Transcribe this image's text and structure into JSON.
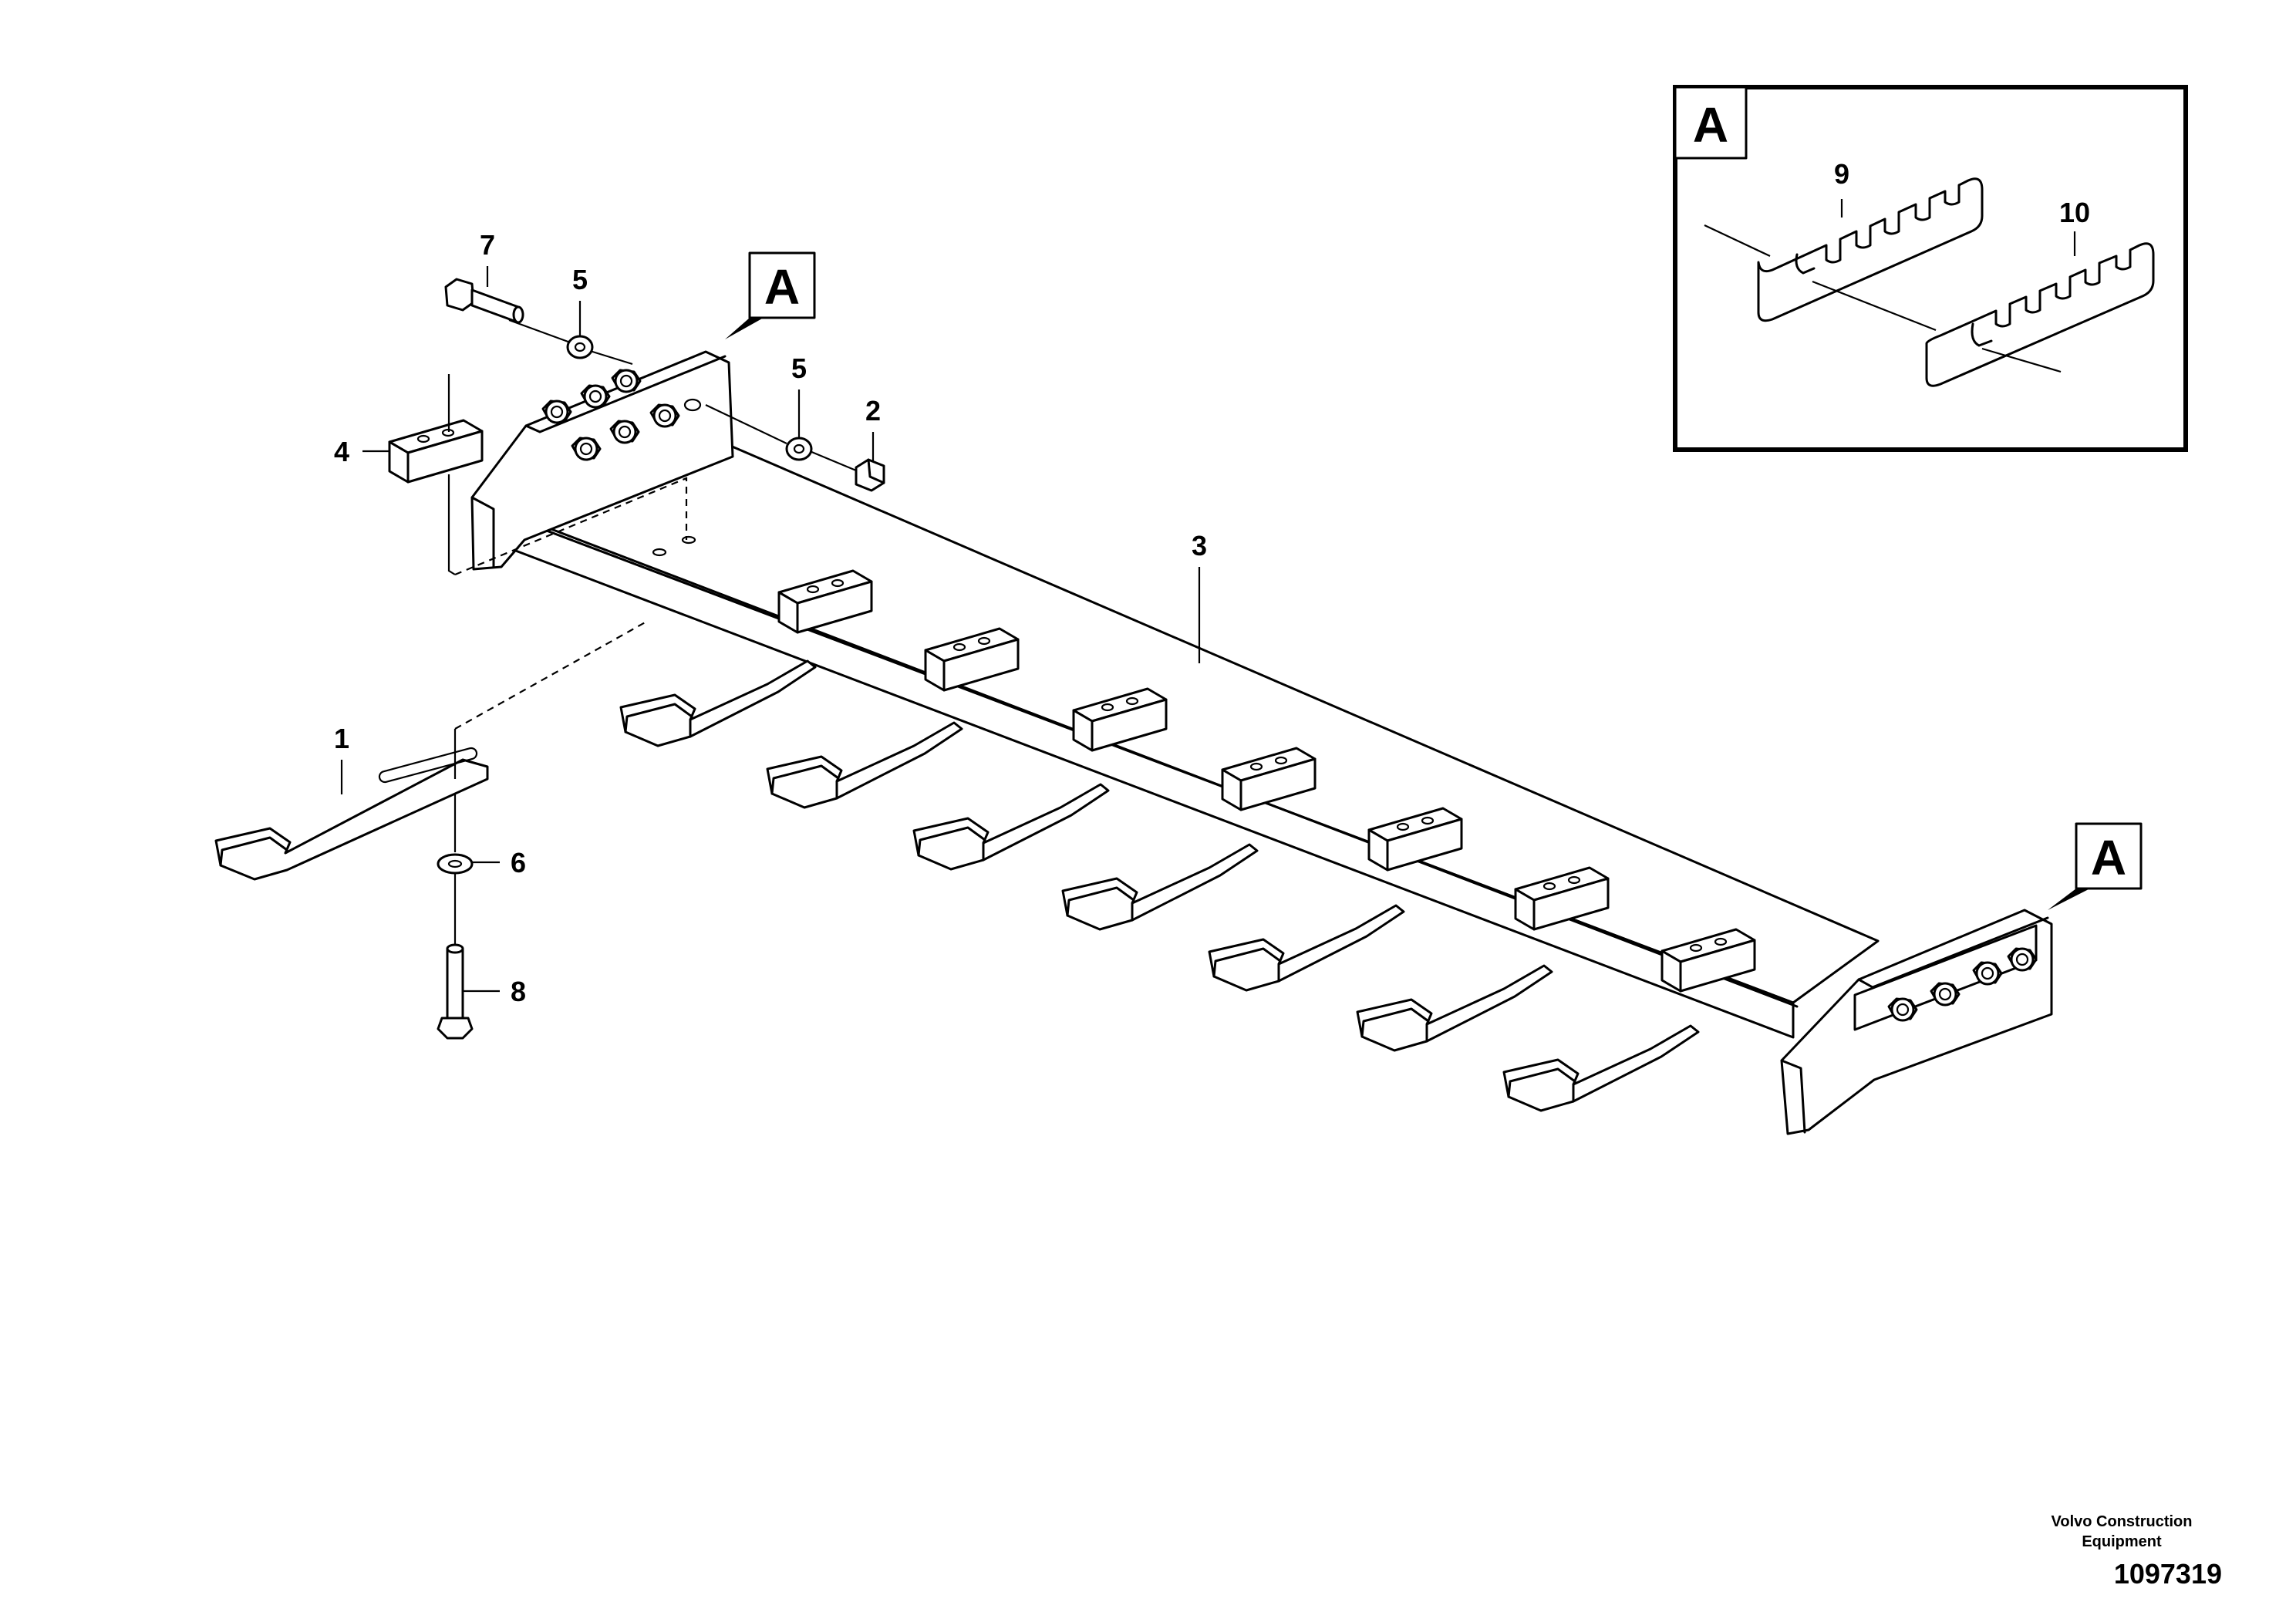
{
  "callouts": {
    "c1": "1",
    "c2": "2",
    "c3": "3",
    "c4": "4",
    "c5a": "5",
    "c5b": "5",
    "c6": "6",
    "c7": "7",
    "c8": "8",
    "c9": "9",
    "c10": "10"
  },
  "detail_flags": {
    "left": "A",
    "right": "A",
    "inset": "A"
  },
  "footer": {
    "brand_line1": "Volvo Construction",
    "brand_line2": "Equipment",
    "drawing_number": "1097319"
  }
}
